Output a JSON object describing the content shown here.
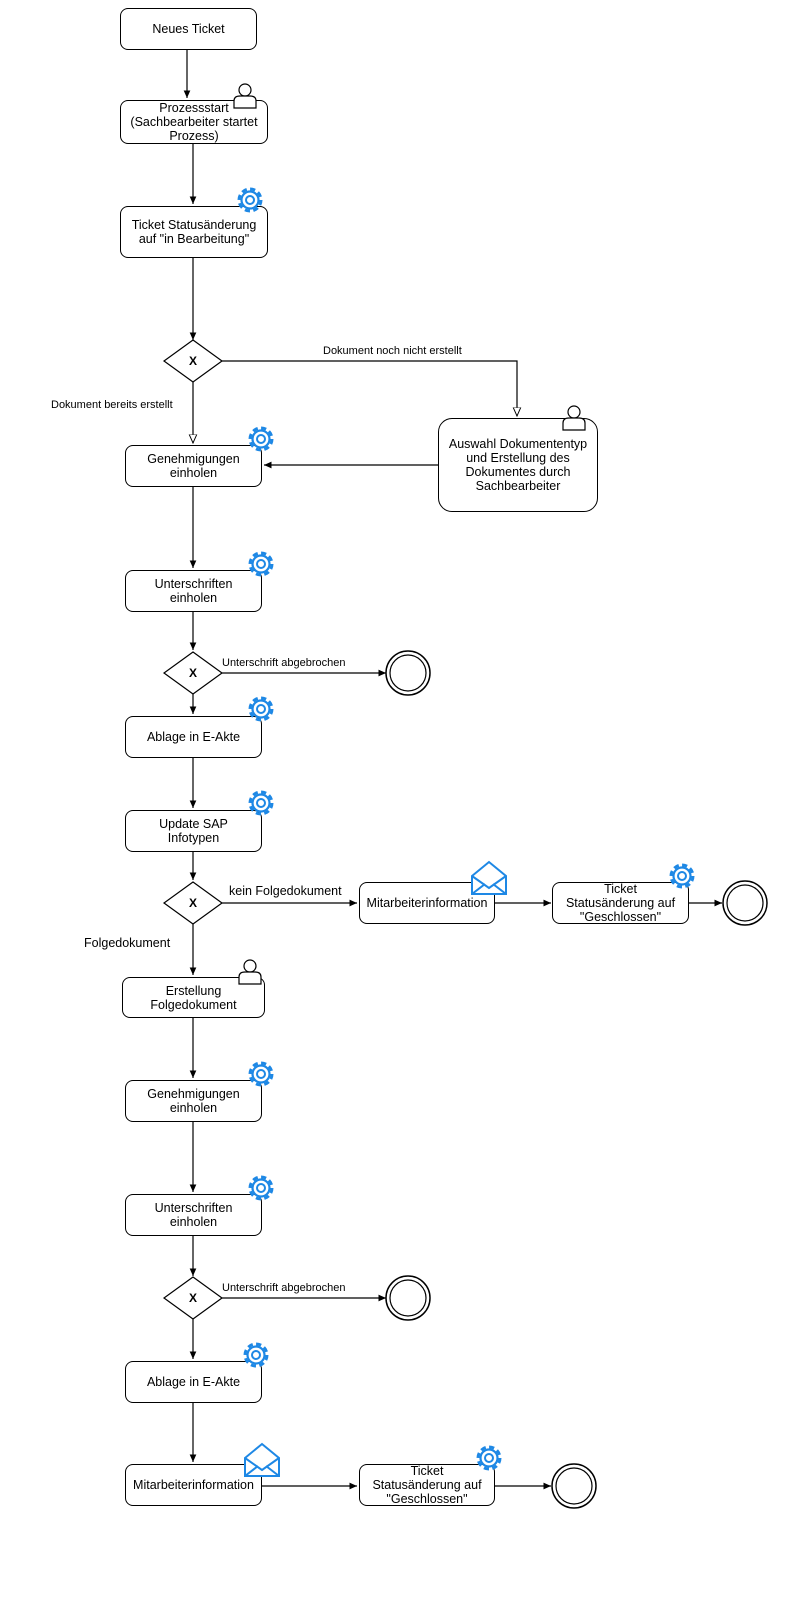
{
  "colors": {
    "icon": "#1e88e5",
    "stroke": "#000000",
    "background": "#ffffff"
  },
  "nodes": {
    "neues_ticket": "Neues Ticket",
    "prozessstart": "Prozessstart\n(Sachbearbeiter startet\nProzess)",
    "status_bearbeitung": "Ticket Statusänderung\nauf  \"in Bearbeitung\"",
    "genehmigungen_1": "Genehmigungen\neinholen",
    "auswahl_dokument": "Auswahl Dokumententyp\nund Erstellung des\nDokumentes durch\nSachbearbeiter",
    "unterschriften_1": "Unterschriften\neinholen",
    "ablage_1": "Ablage in E-Akte",
    "update_sap": "Update SAP\nInfotypen",
    "mitarbeiterinfo_1": "Mitarbeiterinformation",
    "status_geschlossen_1": "Ticket\nStatusänderung auf\n\"Geschlossen\"",
    "erstellung_folge": "Erstellung\nFolgedokument",
    "genehmigungen_2": "Genehmigungen\neinholen",
    "unterschriften_2": "Unterschriften\neinholen",
    "ablage_2": "Ablage in E-Akte",
    "mitarbeiterinfo_2": "Mitarbeiterinformation",
    "status_geschlossen_2": "Ticket\nStatusänderung auf\n\"Geschlossen\""
  },
  "gateway_symbol": "X",
  "edge_labels": {
    "dokument_noch_nicht": "Dokument noch nicht erstellt",
    "dokument_bereits": "Dokument bereits erstellt",
    "abgebrochen_1": "Unterschrift abgebrochen",
    "kein_folgedokument": "kein Folgedokument",
    "folgedokument": "Folgedokument",
    "abgebrochen_2": "Unterschrift abgebrochen"
  },
  "icons": {
    "prozessstart": "user-icon",
    "status_bearbeitung": "gear-icon",
    "genehmigungen_1": "gear-icon",
    "auswahl_dokument": "user-icon",
    "unterschriften_1": "gear-icon",
    "ablage_1": "gear-icon",
    "update_sap": "gear-icon",
    "mitarbeiterinfo_1": "envelope-icon",
    "status_geschlossen_1": "gear-icon",
    "erstellung_folge": "user-icon",
    "genehmigungen_2": "gear-icon",
    "unterschriften_2": "gear-icon",
    "ablage_2": "gear-icon",
    "mitarbeiterinfo_2": "envelope-icon",
    "status_geschlossen_2": "gear-icon"
  }
}
